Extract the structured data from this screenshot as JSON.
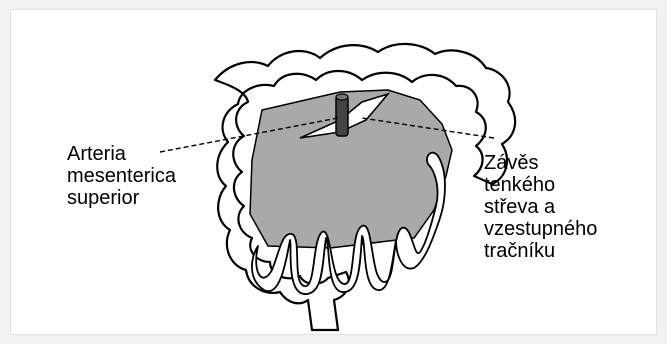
{
  "labels": {
    "artery": [
      "Arteria",
      "mesenterica",
      "superior"
    ],
    "mesentery": [
      "Závěs",
      "tenkého",
      "střeva a",
      "vzestupného",
      "tračníku"
    ]
  },
  "colors": {
    "outline": "#000000",
    "colon_fill": "#ffffff",
    "mesentery_fill": "#a9a9a9",
    "artery_fill": "#444444",
    "background": "#f2f2f2",
    "panel": "#ffffff"
  }
}
